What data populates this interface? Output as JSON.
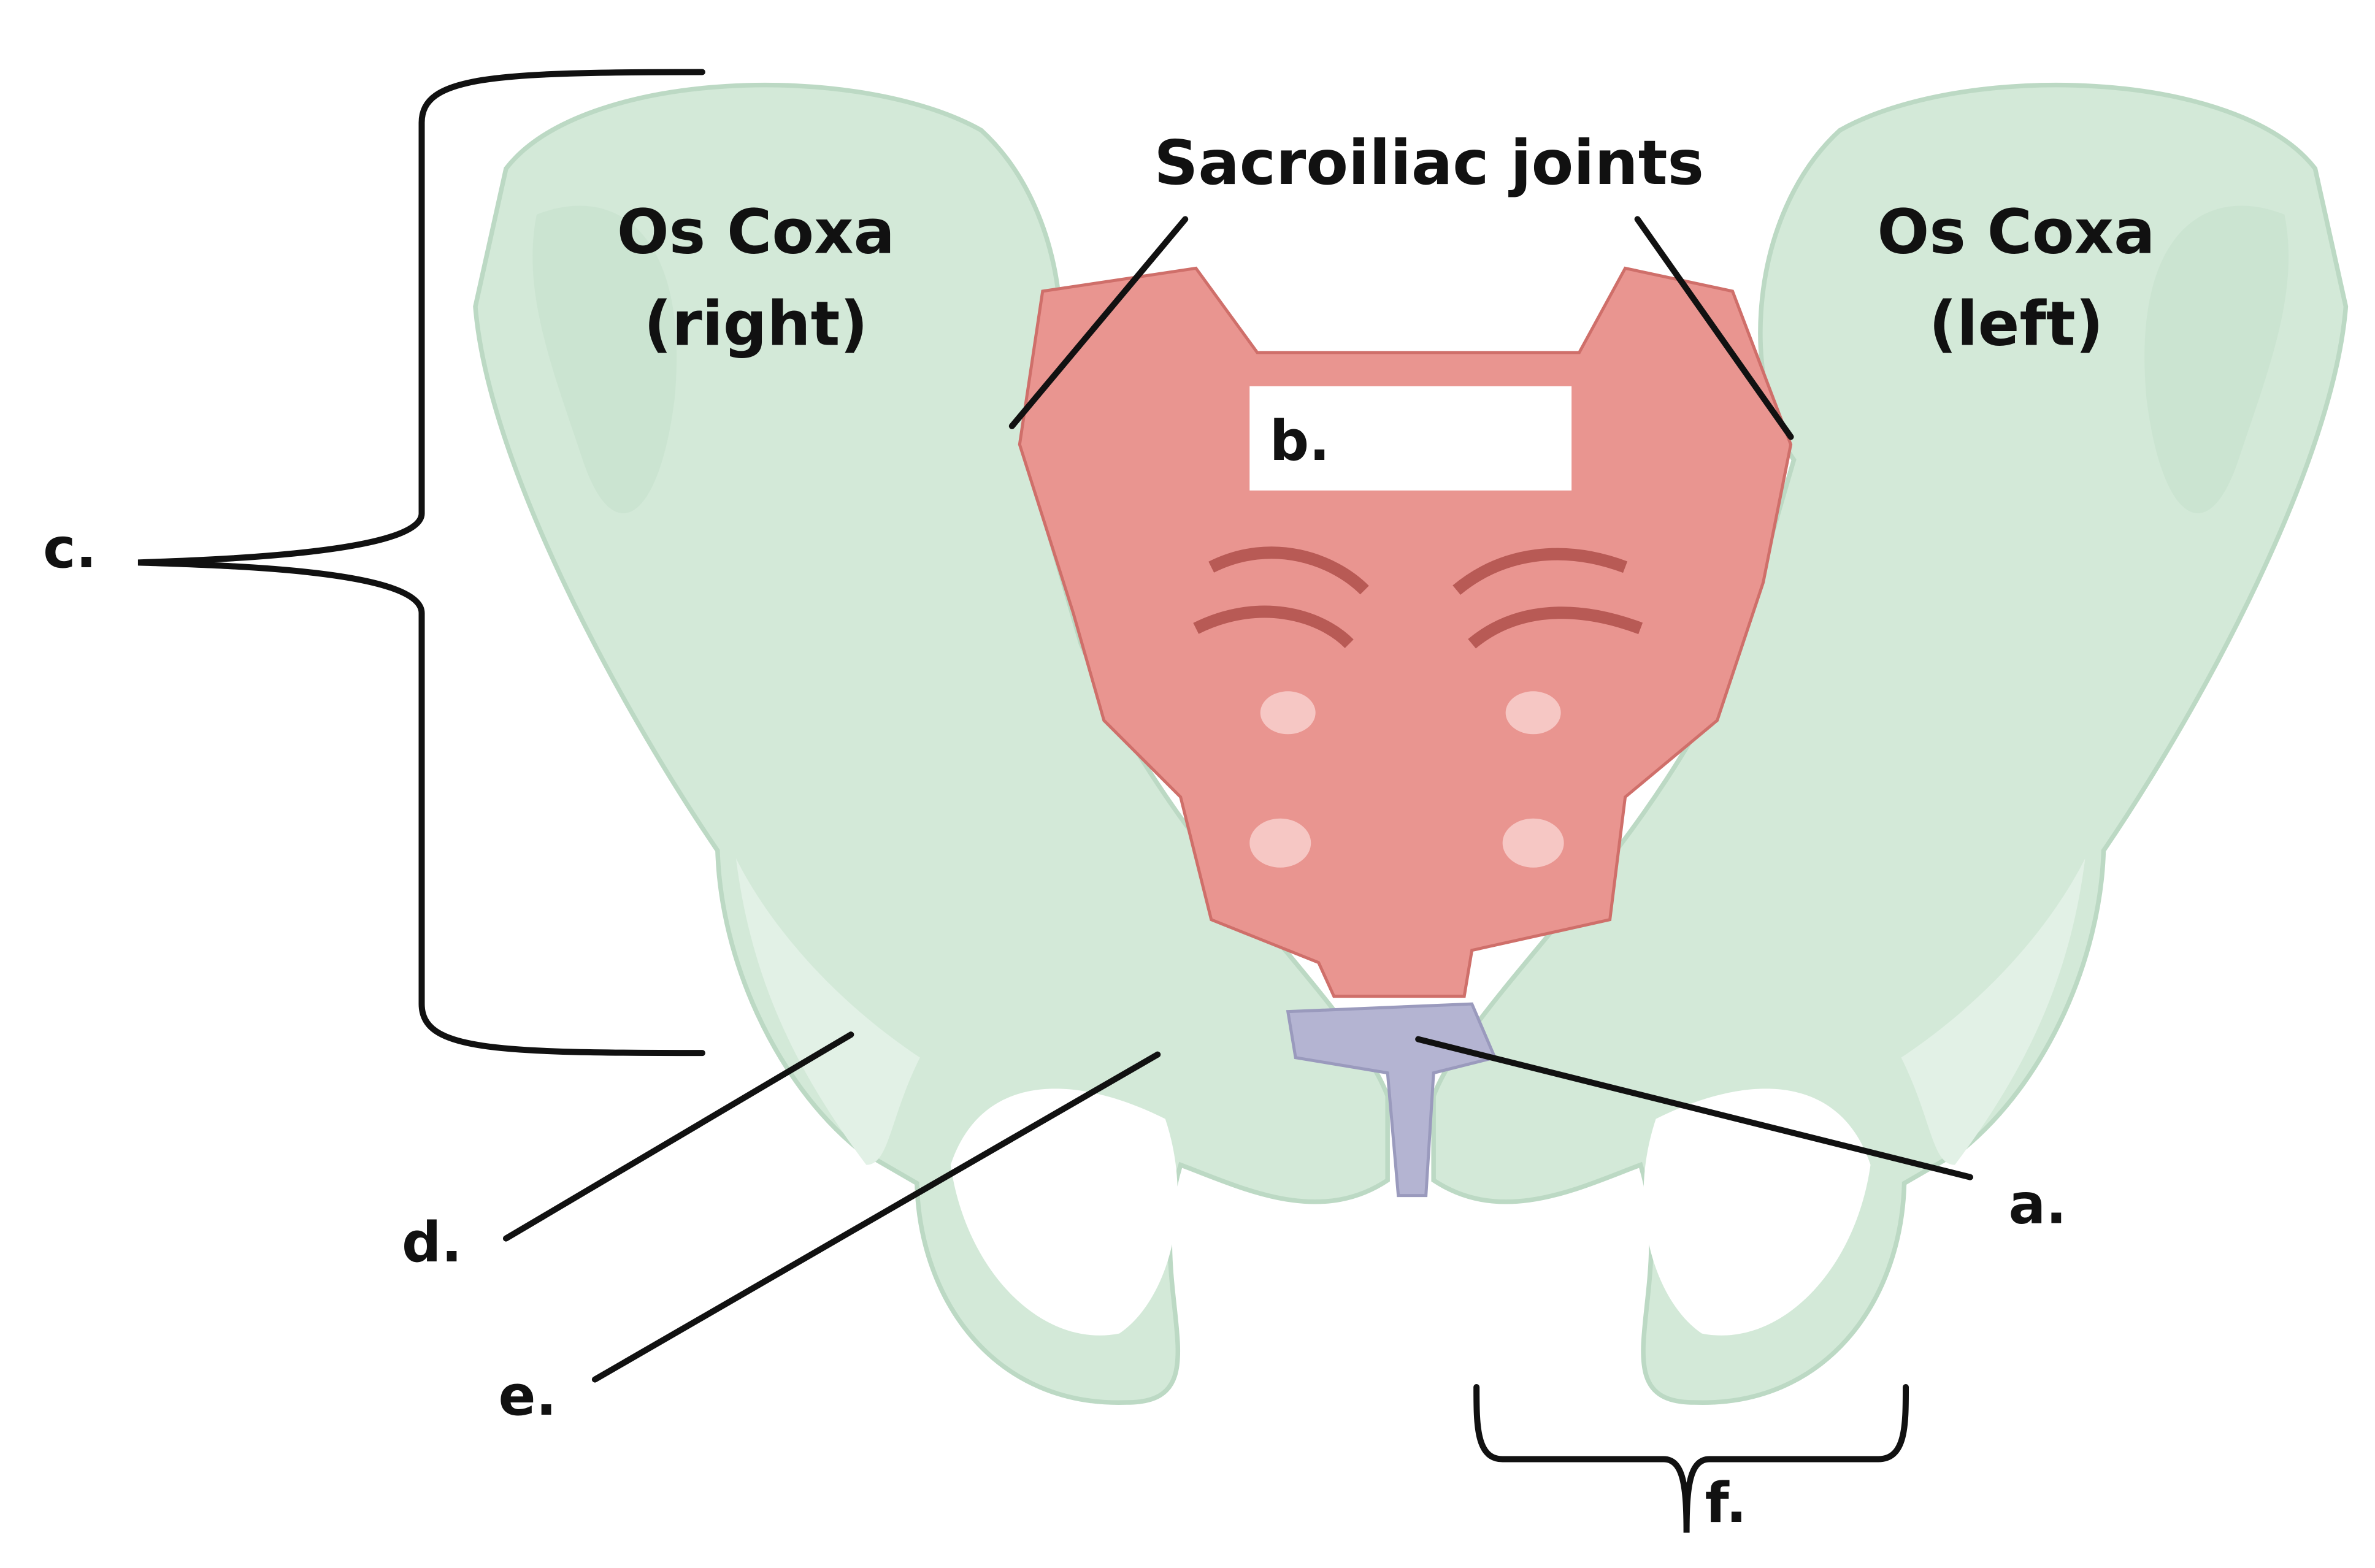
{
  "title_labels": {
    "sacroiliac": "Sacroiliac joints",
    "os_coxa_right_line1": "Os Coxa",
    "os_coxa_right_line2": "(right)",
    "os_coxa_left_line1": "Os Coxa",
    "os_coxa_left_line2": "(left)"
  },
  "answer_labels": {
    "a": "a.",
    "b": "b.",
    "c": "c.",
    "d": "d.",
    "e": "e.",
    "f": "f."
  },
  "colors": {
    "os_coxa": "#d3e9d8",
    "os_coxa_shade": "#bcd9c4",
    "sacrum": "#e99590",
    "sacrum_shade": "#cf6f6a",
    "coccyx": "#b4b4d2"
  }
}
